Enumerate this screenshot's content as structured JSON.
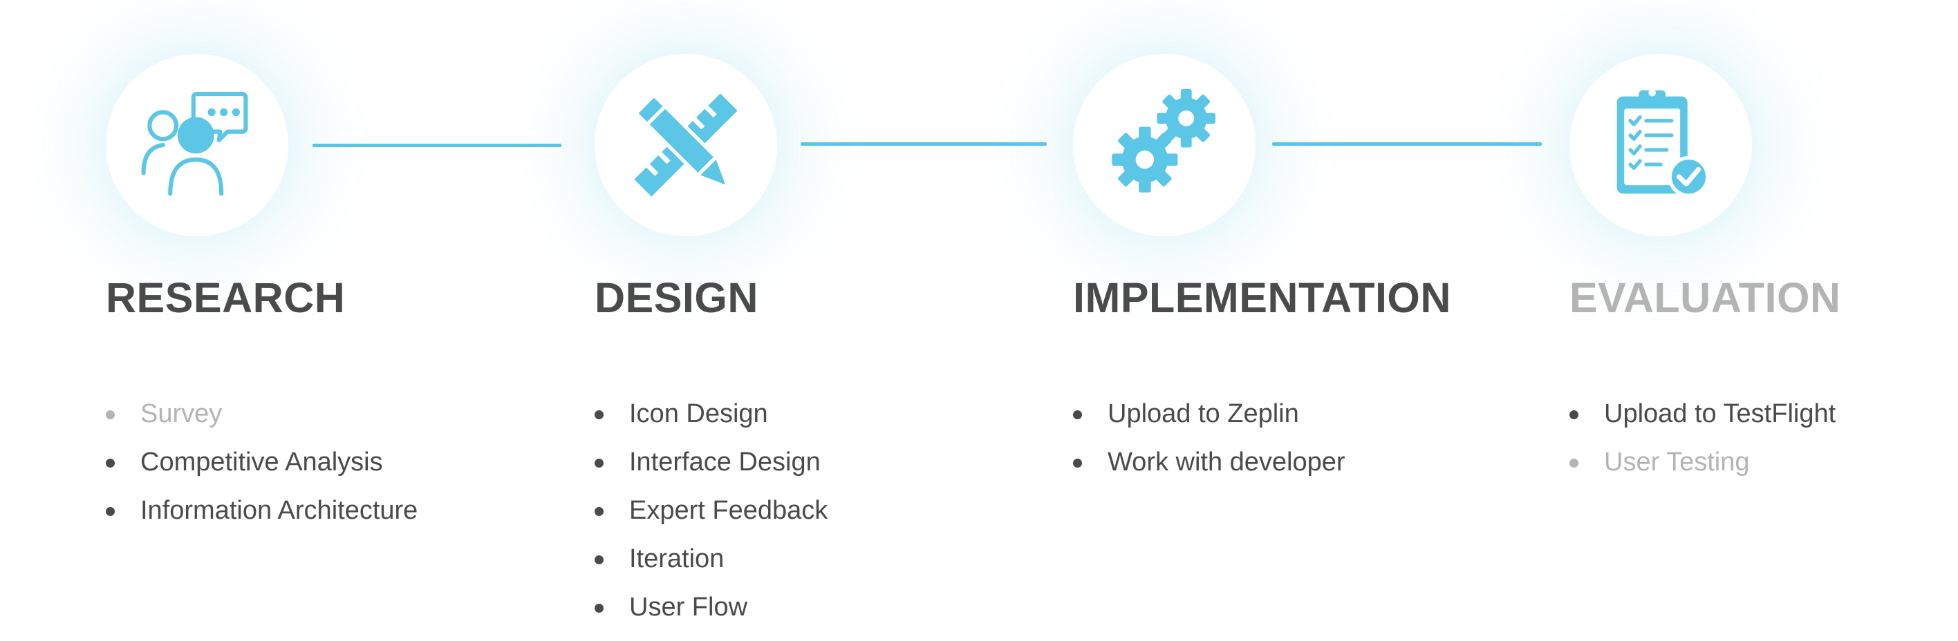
{
  "colors": {
    "accent": "#5cc6e6",
    "title_active": "#4a4a4a",
    "title_muted": "#b4b4b4",
    "text_active": "#4a4a4a",
    "text_muted": "#b4b4b4"
  },
  "stages": [
    {
      "id": "research",
      "icon": "research-team-chat-icon",
      "title": "RESEARCH",
      "muted": false,
      "tasks": [
        {
          "label": "Survey",
          "muted": true
        },
        {
          "label": "Competitive Analysis",
          "muted": false
        },
        {
          "label": "Information Architecture",
          "muted": false
        }
      ]
    },
    {
      "id": "design",
      "icon": "pencil-ruler-icon",
      "title": "DESIGN",
      "muted": false,
      "tasks": [
        {
          "label": "Icon Design",
          "muted": false
        },
        {
          "label": "Interface Design",
          "muted": false
        },
        {
          "label": "Expert Feedback",
          "muted": false
        },
        {
          "label": "Iteration",
          "muted": false
        },
        {
          "label": "User Flow",
          "muted": false
        }
      ]
    },
    {
      "id": "implementation",
      "icon": "gears-icon",
      "title": "IMPLEMENTATION",
      "muted": false,
      "tasks": [
        {
          "label": "Upload to Zeplin",
          "muted": false
        },
        {
          "label": "Work with developer",
          "muted": false
        }
      ]
    },
    {
      "id": "evaluation",
      "icon": "clipboard-check-icon",
      "title": "EVALUATION",
      "muted": true,
      "tasks": [
        {
          "label": "Upload to TestFlight",
          "muted": false
        },
        {
          "label": "User Testing",
          "muted": true
        }
      ]
    }
  ]
}
